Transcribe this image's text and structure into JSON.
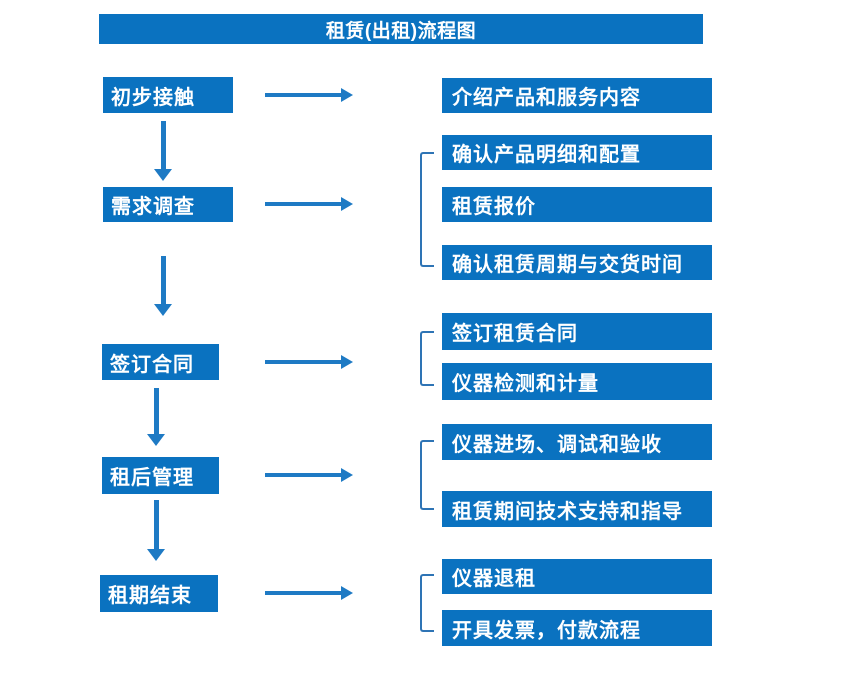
{
  "title": "租赁(出租)流程图",
  "steps": [
    {
      "label": "初步接触"
    },
    {
      "label": "需求调查"
    },
    {
      "label": "签订合同"
    },
    {
      "label": "租后管理"
    },
    {
      "label": "租期结束"
    }
  ],
  "details": [
    {
      "label": "介绍产品和服务内容"
    },
    {
      "label": "确认产品明细和配置"
    },
    {
      "label": "租赁报价"
    },
    {
      "label": "确认租赁周期与交货时间"
    },
    {
      "label": "签订租赁合同"
    },
    {
      "label": "仪器检测和计量"
    },
    {
      "label": "仪器进场、调试和验收"
    },
    {
      "label": "租赁期间技术支持和指导"
    },
    {
      "label": "仪器退租"
    },
    {
      "label": "开具发票，付款流程"
    }
  ],
  "colors": {
    "box_blue": "#0a72c0",
    "arrow_blue": "#1e7ac4",
    "bracket_blue": "#2e74b5",
    "text": "#ffffff",
    "background": "#ffffff"
  }
}
